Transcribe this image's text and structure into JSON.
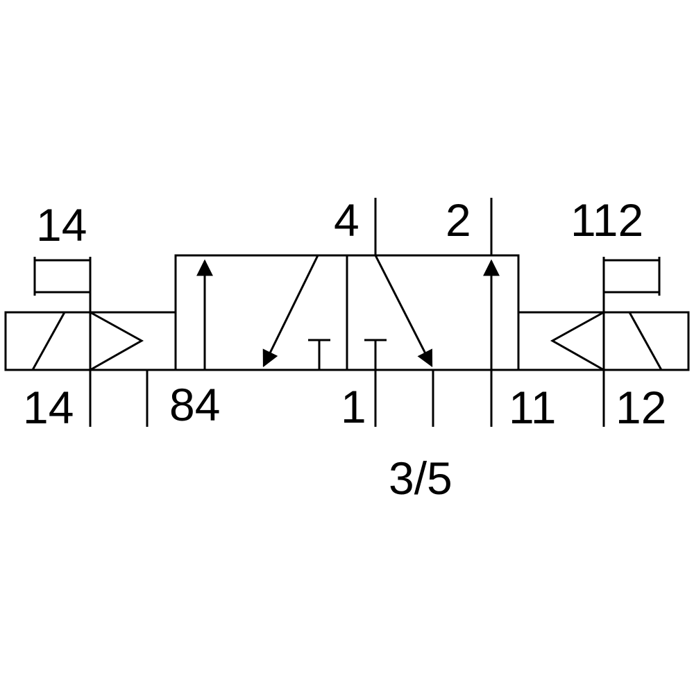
{
  "diagram": {
    "labels": {
      "left_top": "14",
      "left_bottom": "14",
      "port_84": "84",
      "port_4": "4",
      "port_2": "2",
      "port_1": "1",
      "port_11": "11",
      "port_12": "12",
      "right_top": "112",
      "port_35": "3/5"
    }
  },
  "colors": {
    "line": "#000000",
    "background": "#ffffff"
  }
}
